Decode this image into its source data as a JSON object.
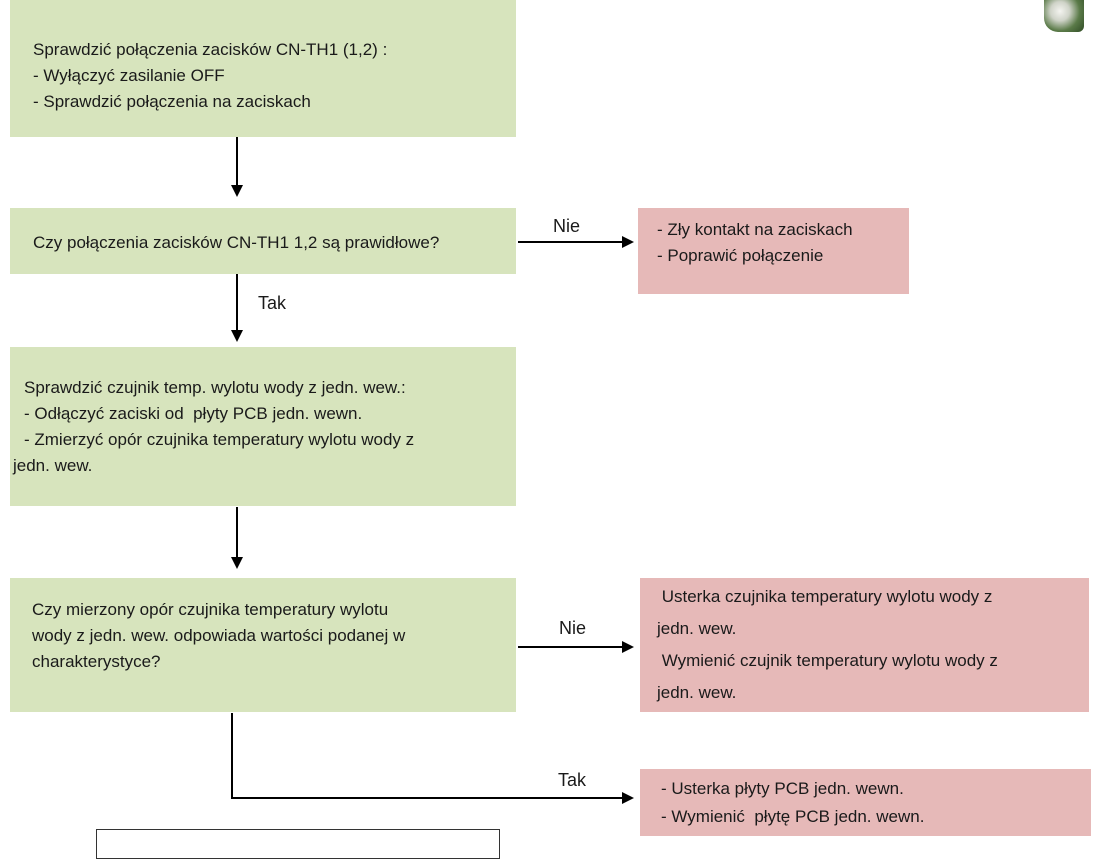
{
  "boxes": {
    "check_connections": {
      "lines": [
        "Sprawdzić połączenia zacisków CN-TH1 (1,2) :",
        "- Wyłączyć zasilanie OFF",
        "- Sprawdzić połączenia na zaciskach"
      ],
      "color": "#d7e4bd"
    },
    "question_connections": {
      "lines": [
        "Czy połączenia zacisków CN-TH1 1,2 są prawidłowe?"
      ],
      "color": "#d7e4bd"
    },
    "bad_contact": {
      "lines": [
        "- Zły kontakt na zaciskach",
        "- Poprawić połączenie"
      ],
      "color": "#e6b9b8"
    },
    "check_sensor": {
      "lines": [
        "Sprawdzić czujnik temp. wylotu wody z jedn. wew.:",
        "- Odłączyć zaciski od  płyty PCB jedn. wewn.",
        "- Zmierzyć opór czujnika temperatury wylotu wody z",
        "jedn. wew."
      ],
      "color": "#d7e4bd"
    },
    "question_resistance": {
      "lines": [
        "Czy mierzony opór czujnika temperatury wylotu",
        "wody z jedn. wew. odpowiada wartości podanej w",
        "charakterystyce?"
      ],
      "color": "#d7e4bd"
    },
    "sensor_fault": {
      "lines": [
        " Usterka czujnika temperatury wylotu wody z",
        "jedn. wew.",
        " Wymienić czujnik temperatury wylotu wody z",
        "jedn. wew."
      ],
      "color": "#e6b9b8"
    },
    "pcb_fault": {
      "lines": [
        "- Usterka płyty PCB jedn. wewn.",
        "- Wymienić  płytę PCB jedn. wewn."
      ],
      "color": "#e6b9b8"
    }
  },
  "labels": {
    "no_1": "Nie",
    "yes_1": "Tak",
    "no_2": "Nie",
    "yes_2": "Tak"
  }
}
